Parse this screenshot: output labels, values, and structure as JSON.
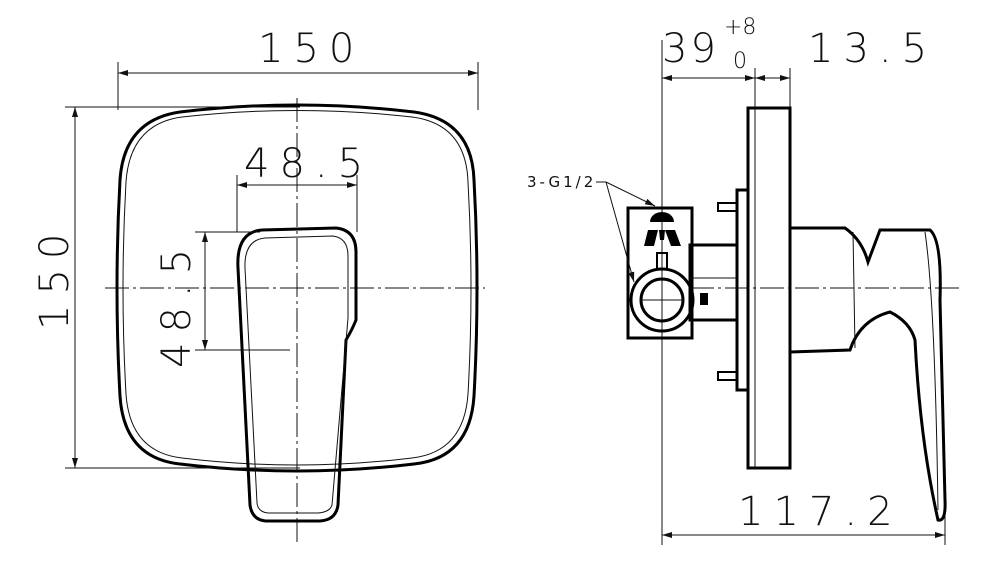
{
  "title": "Concealed shower mixer dimension drawing",
  "front_view": {
    "width_label": "150",
    "height_label": "150",
    "handle_width_label": "48.5",
    "handle_height_label": "48.5"
  },
  "side_view": {
    "depth_label": "39",
    "depth_tol_upper": "+8",
    "depth_tol_lower": "0",
    "plate_label": "13.5",
    "total_label": "117.2",
    "connection_label": "3-G1/2"
  }
}
